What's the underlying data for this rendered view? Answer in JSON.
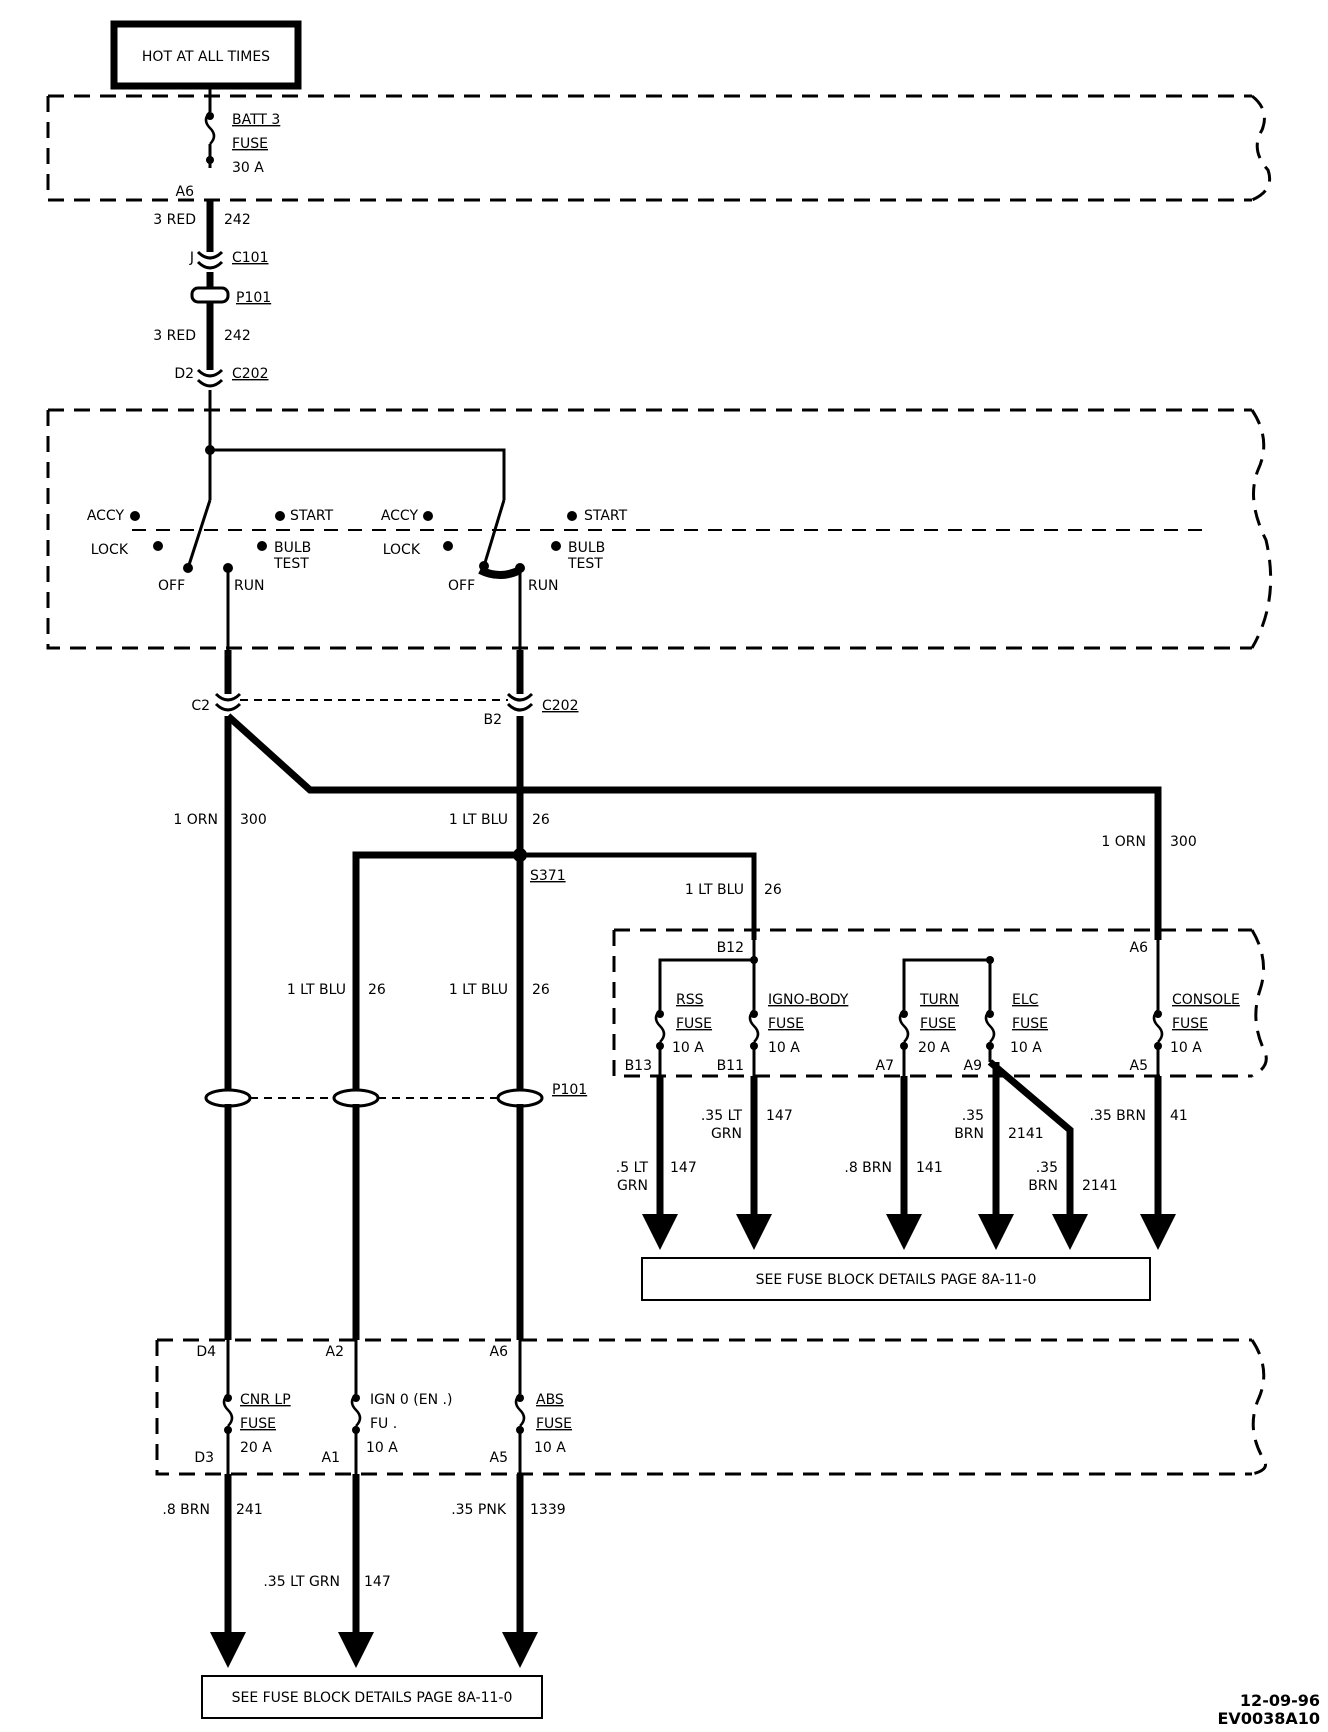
{
  "header_box": "HOT AT ALL TIMES",
  "top_fuse": {
    "name": "BATT 3",
    "type": "FUSE",
    "rating": "30 A",
    "pin": "A6"
  },
  "feed": {
    "wire_size_color": "3 RED",
    "circuit": "242",
    "c101_pin": "J",
    "c101": "C101",
    "p101": "P101",
    "wire2_size_color": "3 RED",
    "circuit2": "242",
    "c202_pin": "D2",
    "c202": "C202"
  },
  "switch": {
    "accy": "ACCY",
    "start": "START",
    "lock": "LOCK",
    "bulb": "BULB",
    "test": "TEST",
    "off": "OFF",
    "run": "RUN"
  },
  "c202_lower": {
    "left_pin": "C2",
    "right_pin": "B2",
    "name": "C202"
  },
  "wires": {
    "orn_left": "1 ORN",
    "orn_left_circ": "300",
    "ltblu_main": "1 LT BLU",
    "ltblu_main_circ": "26",
    "orn_right": "1 ORN",
    "orn_right_circ": "300",
    "splice": "S371",
    "ltblu_branch": "1 LT BLU",
    "ltblu_branch_circ": "26",
    "ltblu_left": "1 LT BLU",
    "ltblu_left_circ": "26",
    "ltblu_mid": "1 LT BLU",
    "ltblu_mid_circ": "26",
    "p101_lower": "P101"
  },
  "right_block": {
    "pin_b12": "B12",
    "pin_a6": "A6",
    "fuses": [
      {
        "name": "RSS",
        "type": "FUSE",
        "rating": "10 A",
        "pin": "B13"
      },
      {
        "name": "IGNO-BODY",
        "type": "FUSE",
        "rating": "10 A",
        "pin": "B11"
      },
      {
        "name": "TURN",
        "type": "FUSE",
        "rating": "20 A",
        "pin": "A7"
      },
      {
        "name": "ELC",
        "type": "FUSE",
        "rating": "10 A",
        "pin": "A9"
      },
      {
        "name": "CONSOLE",
        "type": "FUSE",
        "rating": "10 A",
        "pin": "A5"
      }
    ],
    "outputs": [
      {
        "size": ".5 LT",
        "color": "GRN",
        "circuit": "147"
      },
      {
        "size": ".35 LT",
        "color": "GRN",
        "circuit": "147"
      },
      {
        "size": ".8 BRN",
        "color": "",
        "circuit": "141"
      },
      {
        "size": ".35",
        "color": "BRN",
        "circuit": "2141"
      },
      {
        "size": ".35",
        "color": "BRN",
        "circuit": "2141"
      },
      {
        "size": ".35 BRN",
        "color": "",
        "circuit": "41"
      }
    ],
    "see_box": "SEE FUSE BLOCK DETAILS PAGE 8A-11-0"
  },
  "bottom_block": {
    "fuses": [
      {
        "top_pin": "D4",
        "name": "CNR LP",
        "type": "FUSE",
        "rating": "20 A",
        "bottom_pin": "D3"
      },
      {
        "top_pin": "A2",
        "name": "IGN 0 (EN .)",
        "type": "FU .",
        "rating": "10 A",
        "bottom_pin": "A1"
      },
      {
        "top_pin": "A6",
        "name": "ABS",
        "type": "FUSE",
        "rating": "10 A",
        "bottom_pin": "A5"
      }
    ],
    "outputs": [
      {
        "label": ".8 BRN",
        "circuit": "241"
      },
      {
        "label": ".35 LT GRN",
        "circuit": "147"
      },
      {
        "label": ".35 PNK",
        "circuit": "1339"
      }
    ],
    "see_box": "SEE FUSE BLOCK DETAILS PAGE 8A-11-0"
  },
  "footer": {
    "date": "12-09-96",
    "code": "EV0038A10"
  }
}
